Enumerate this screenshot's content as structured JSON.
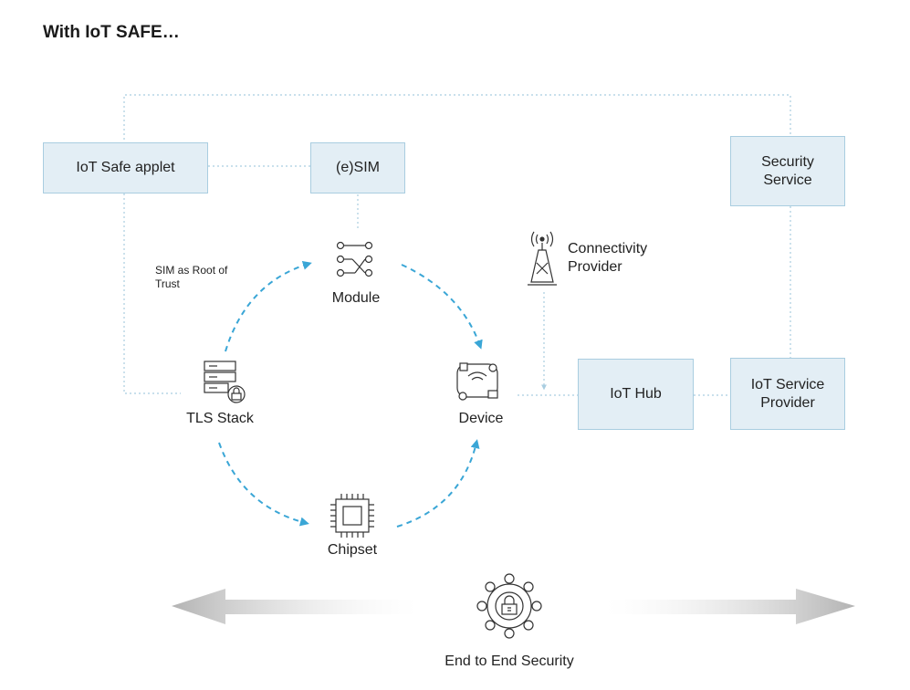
{
  "title": "With IoT SAFE…",
  "boxes": {
    "iot_safe_applet": "IoT Safe applet",
    "esim": "(e)SIM",
    "security_service": "Security Service",
    "iot_hub": "IoT Hub",
    "iot_service_provider": "IoT Service Provider"
  },
  "nodes": {
    "module": "Module",
    "device": "Device",
    "tls_stack": "TLS Stack",
    "chipset": "Chipset"
  },
  "connectivity_provider": "Connectivity Provider",
  "sim_root_of_trust": "SIM as Root of Trust",
  "end_to_end": "End to End Security",
  "icons": [
    "module-icon",
    "device-icon",
    "tls-stack-icon",
    "chipset-icon",
    "tower-icon",
    "security-network-icon"
  ],
  "colors": {
    "box_fill": "#e3eef5",
    "box_border": "#a9cde0",
    "cycle_arrow": "#3aa6d6",
    "connector": "#a9cde0",
    "big_arrow": "#b5b5b5"
  }
}
